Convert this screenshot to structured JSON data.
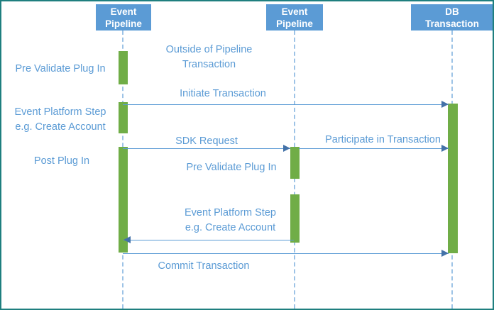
{
  "diagram": {
    "type": "sequence-diagram",
    "title": "Event Pipeline / DB Transaction sequence",
    "colors": {
      "participant_fill": "#5B9BD5",
      "participant_text": "#FFFFFF",
      "activation_fill": "#70AD47",
      "lifeline": "#9DC3E6",
      "message_line": "#5B9BD5",
      "arrowhead": "#4472A8",
      "label_text": "#5B9BD5",
      "border": "#1F7F7F",
      "background": "#FFFFFF"
    }
  },
  "participants": [
    {
      "id": "p1",
      "line1": "Event",
      "line2": "Pipeline"
    },
    {
      "id": "p2",
      "line1": "Event",
      "line2": "Pipeline"
    },
    {
      "id": "p3",
      "line1": "DB",
      "line2": "Transaction"
    }
  ],
  "left_labels": [
    {
      "id": "l1",
      "text": "Pre Validate Plug In"
    },
    {
      "id": "l2",
      "text": "Event Platform Step\ne.g. Create Account"
    },
    {
      "id": "l3",
      "text": "Post Plug In"
    }
  ],
  "messages": [
    {
      "id": "m1",
      "text": "Outside of Pipeline\nTransaction",
      "direction": "none",
      "from": "p1",
      "to": "p1"
    },
    {
      "id": "m2",
      "text": "Initiate Transaction",
      "direction": "right",
      "from": "p1",
      "to": "p3"
    },
    {
      "id": "m3",
      "text": "SDK Request",
      "direction": "right",
      "from": "p1",
      "to": "p2"
    },
    {
      "id": "m4",
      "text": "Participate in Transaction",
      "direction": "right",
      "from": "p2",
      "to": "p3"
    },
    {
      "id": "m5",
      "text": "Pre Validate Plug In",
      "direction": "none",
      "from": "p2",
      "to": "p2"
    },
    {
      "id": "m6",
      "text": "Event Platform Step\ne.g. Create Account",
      "direction": "left",
      "from": "p2",
      "to": "p1"
    },
    {
      "id": "m7",
      "text": "Commit Transaction",
      "direction": "right",
      "from": "p1",
      "to": "p3"
    }
  ]
}
